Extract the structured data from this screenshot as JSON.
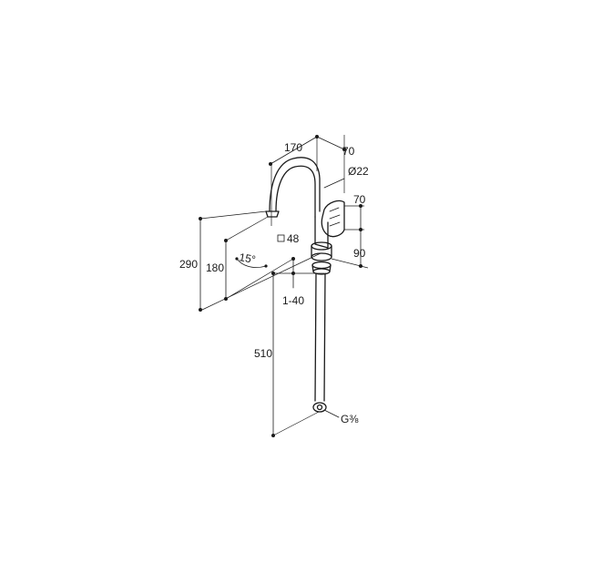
{
  "dimensions": {
    "top_width": "170",
    "top_depth": "70",
    "pipe_diameter": "Ø22",
    "handle_height": "70",
    "base_height": "90",
    "base_square": "48",
    "spout_angle": "15°",
    "total_height": "290",
    "spout_height": "180",
    "deck_thickness": "1-40",
    "hose_length": "510",
    "thread": "G⅜"
  }
}
